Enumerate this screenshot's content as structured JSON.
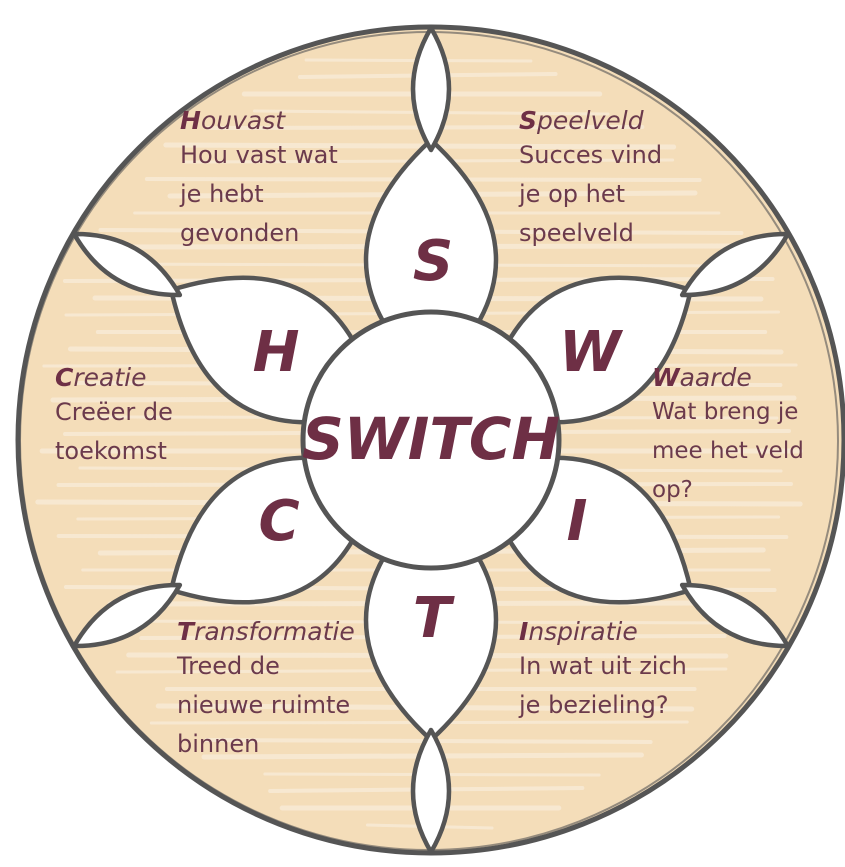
{
  "center": {
    "title": "SWITCH"
  },
  "colors": {
    "background": "#f4ddb9",
    "outline": "#555555",
    "accent": "#6e2f45",
    "text": "#6b3a4c"
  },
  "petal_letters": {
    "s": "S",
    "w": "W",
    "i": "I",
    "t": "T",
    "c": "C",
    "h": "H"
  },
  "blocks": {
    "houvast": {
      "initial": "H",
      "rest": "ouvast",
      "text": "Hou vast wat\nje hebt\ngevonden"
    },
    "speelveld": {
      "initial": "S",
      "rest": "peelveld",
      "text": "Succes vind\nje op het\nspeelveld"
    },
    "creatie": {
      "initial": "C",
      "rest": "reatie",
      "text": "Creëer de\ntoekomst"
    },
    "waarde": {
      "initial": "W",
      "rest": "aarde",
      "text": "Wat breng je\nmee het veld\nop?"
    },
    "transformatie": {
      "initial": "T",
      "rest": "ransformatie",
      "text": "Treed de\nnieuwe ruimte\nbinnen"
    },
    "inspiratie": {
      "initial": "I",
      "rest": "nspiratie",
      "text": "In wat uit zich\nje bezieling?"
    }
  }
}
